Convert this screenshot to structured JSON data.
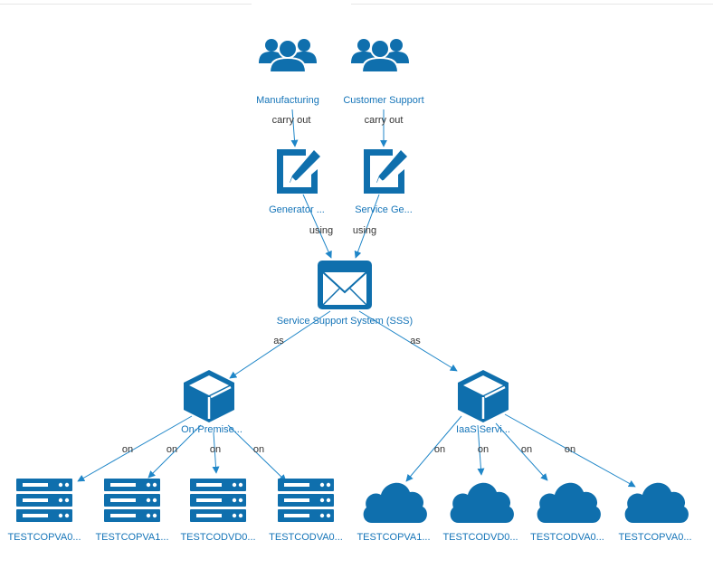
{
  "colors": {
    "icon": "#0f6fad",
    "edge": "#1f86c8",
    "label": "#1474b8",
    "edge_label": "#333333"
  },
  "nodes": {
    "manufacturing": {
      "label": "Manufacturing",
      "icon": "people-group-icon"
    },
    "customer_support": {
      "label": "Customer Support",
      "icon": "people-group-icon"
    },
    "generator_process": {
      "label": "Generator ...",
      "icon": "edit-document-icon"
    },
    "service_process": {
      "label": "Service Ge...",
      "icon": "edit-document-icon"
    },
    "sss": {
      "label": "Service Support System (SSS)",
      "icon": "application-window-icon"
    },
    "on_premise": {
      "label": "On-Premise...",
      "icon": "cube-icon"
    },
    "iaas": {
      "label": "IaaS Servi...",
      "icon": "cube-icon"
    },
    "servers": [
      {
        "label": "TESTCOPVA0...",
        "icon": "server-rack-icon"
      },
      {
        "label": "TESTCOPVA1...",
        "icon": "server-rack-icon"
      },
      {
        "label": "TESTCODVD0...",
        "icon": "server-rack-icon"
      },
      {
        "label": "TESTCODVA0...",
        "icon": "server-rack-icon"
      }
    ],
    "clouds": [
      {
        "label": "TESTCOPVA1...",
        "icon": "cloud-icon"
      },
      {
        "label": "TESTCODVD0...",
        "icon": "cloud-icon"
      },
      {
        "label": "TESTCODVA0...",
        "icon": "cloud-icon"
      },
      {
        "label": "TESTCOPVA0...",
        "icon": "cloud-icon"
      }
    ]
  },
  "edges": {
    "carry_out_1": "carry out",
    "carry_out_2": "carry out",
    "using_1": "using",
    "using_2": "using",
    "as_1": "as",
    "as_2": "as",
    "on": [
      "on",
      "on",
      "on",
      "on",
      "on",
      "on",
      "on",
      "on"
    ]
  }
}
